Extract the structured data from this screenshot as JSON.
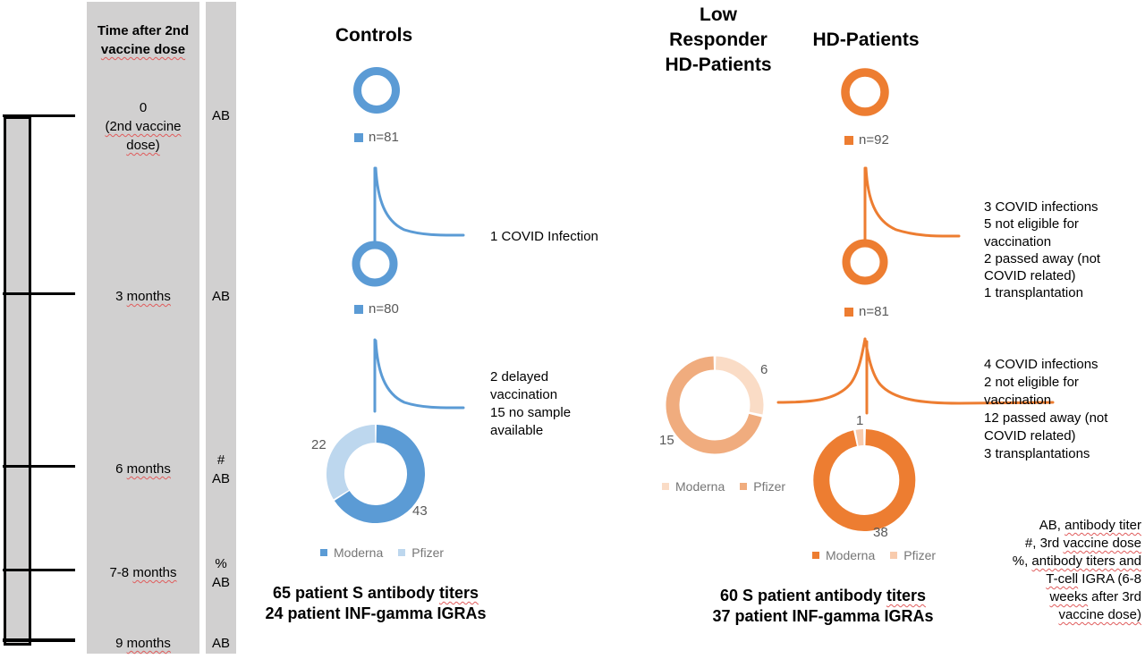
{
  "colors": {
    "blue": "#5B9BD5",
    "blue_light": "#BDD7EE",
    "orange": "#ED7D31",
    "orange_light": "#F8CBAD",
    "low_responder_moderna": "#FADCC6",
    "low_responder_pfizer": "#F0AC7E",
    "timeline_gray": "#D1D0D0",
    "label_gray": "#595959",
    "spellcheck_red": "#e05c5c"
  },
  "timeline": {
    "header": {
      "line1": "Time after 2nd",
      "line2": "vaccine dose"
    },
    "rows": {
      "r0": {
        "l1": "0",
        "l2": "(2nd vaccine",
        "l3": "dose)",
        "m1": "AB"
      },
      "r3": {
        "num": "3",
        "unit": "months",
        "m1": "AB"
      },
      "r6": {
        "num": "6",
        "unit": "months",
        "m1": "#",
        "m2": "AB"
      },
      "r78": {
        "num": "7-8",
        "unit": "months",
        "m1": "%",
        "m2": "AB"
      },
      "r9": {
        "num": "9",
        "unit": "months",
        "m1": "AB"
      }
    }
  },
  "controls": {
    "title": "Controls",
    "n1": "n=81",
    "n2": "n=80",
    "dropout1": "1 COVID Infection",
    "dropout2": {
      "l1": "2 delayed",
      "l2": "vaccination",
      "l3": "15 no sample",
      "l4": "available"
    },
    "donut": {
      "moderna_label": "43",
      "pfizer_label": "22",
      "legend_moderna": "Moderna",
      "legend_pfizer": "Pfizer"
    },
    "summary": {
      "l1_pre": "65 patient S antibody ",
      "l1_sq": "titers",
      "l2": "24 patient INF-gamma IGRAs"
    }
  },
  "hd": {
    "low_title": {
      "l1": "Low",
      "l2": "Responder",
      "l3": "HD-Patients"
    },
    "title": "HD-Patients",
    "n1": "n=92",
    "n2": "n=81",
    "dropout1": {
      "l1": "3 COVID infections",
      "l2": "5 not eligible for",
      "l3": "vaccination",
      "l4": "2 passed away (not",
      "l5": "COVID related)",
      "l6": "1 transplantation"
    },
    "dropout2": {
      "l1": "4 COVID infections",
      "l2": "2 not eligible for",
      "l3": "vaccination",
      "l4": "12 passed away (not",
      "l5": "COVID related)",
      "l6": "3 transplantations"
    },
    "low_donut": {
      "moderna_label": "6",
      "pfizer_label": "15",
      "legend_moderna": "Moderna",
      "legend_pfizer": "Pfizer"
    },
    "donut": {
      "moderna_label": "38",
      "pfizer_label": "1",
      "legend_moderna": "Moderna",
      "legend_pfizer": "Pfizer"
    },
    "summary": {
      "l1_pre": "60 S patient antibody ",
      "l1_sq": "titers",
      "l2": "37 patient INF-gamma IGRAs"
    }
  },
  "key": {
    "l1_pre": "AB, ",
    "l1_sq": "antibody titer",
    "l2_pre": "#, 3rd ",
    "l2_sq": "vaccine dose",
    "l3_pre": "%, ",
    "l3_sq": "antibody titers and",
    "l4_sq": "T-cell",
    "l4_post": " IGRA (6-8",
    "l5_sq": "weeks",
    "l5_post": " after 3rd",
    "l6_sq": "vaccine dose)"
  },
  "chart_data": [
    {
      "type": "pie",
      "subtype": "donut",
      "title": "Controls vaccine type (6 months)",
      "categories": [
        "Moderna",
        "Pfizer"
      ],
      "values": [
        43,
        22
      ],
      "colors": [
        "#5B9BD5",
        "#BDD7EE"
      ],
      "legend_position": "bottom"
    },
    {
      "type": "pie",
      "subtype": "donut",
      "title": "Low Responder HD-Patients vaccine type",
      "categories": [
        "Moderna",
        "Pfizer"
      ],
      "values": [
        6,
        15
      ],
      "colors": [
        "#FADCC6",
        "#F0AC7E"
      ],
      "legend_position": "bottom"
    },
    {
      "type": "pie",
      "subtype": "donut",
      "title": "HD-Patients vaccine type (6 months)",
      "categories": [
        "Moderna",
        "Pfizer"
      ],
      "values": [
        38,
        1
      ],
      "colors": [
        "#ED7D31",
        "#F8CBAD"
      ],
      "legend_position": "bottom"
    },
    {
      "type": "flow",
      "title": "Cohort sizes over time",
      "series": [
        {
          "name": "Controls",
          "x": [
            "0",
            "3 months"
          ],
          "values": [
            81,
            80
          ]
        },
        {
          "name": "HD-Patients",
          "x": [
            "0",
            "3 months"
          ],
          "values": [
            92,
            81
          ]
        }
      ]
    }
  ]
}
